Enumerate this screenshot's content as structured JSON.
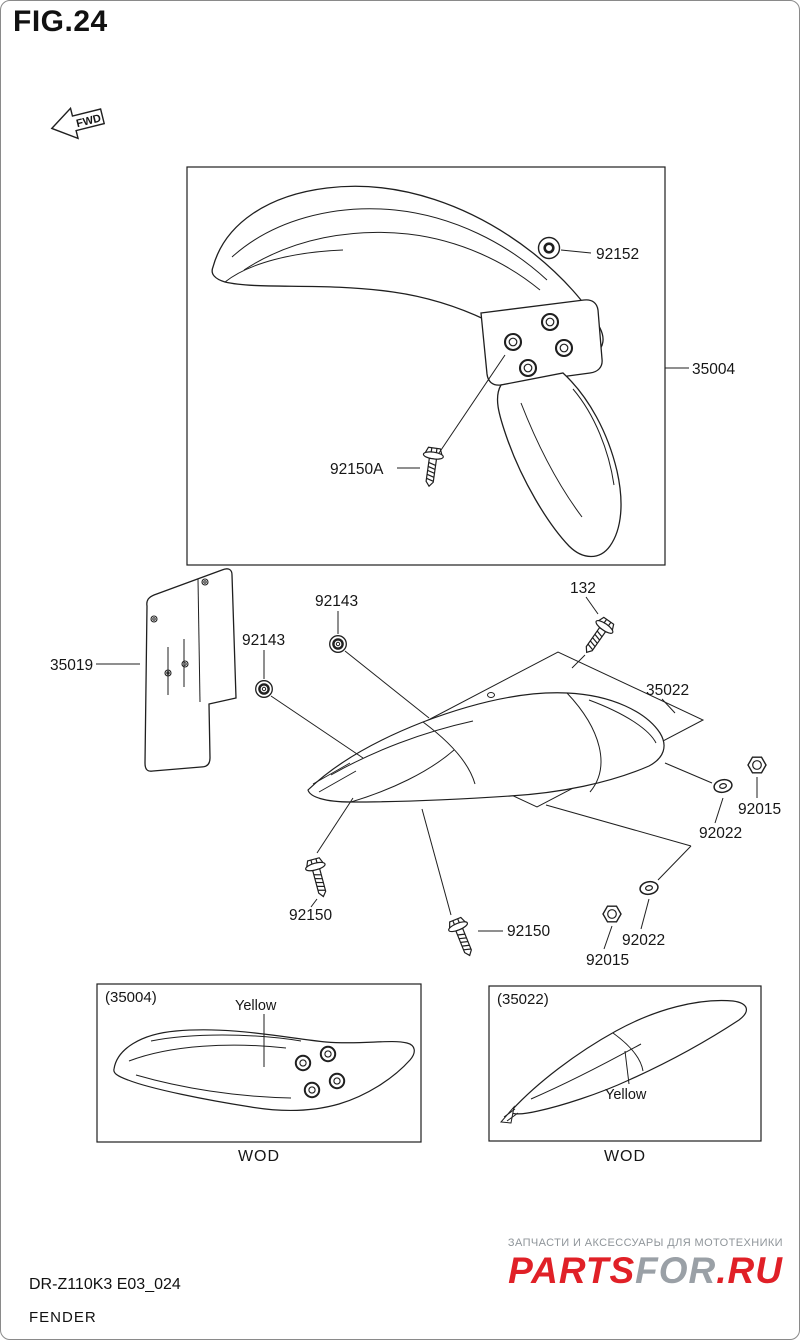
{
  "page": {
    "title": "FIG.24",
    "fwd": "FWD",
    "footer_code": "DR-Z110K3 E03_024",
    "footer_name": "FENDER"
  },
  "parts": {
    "front_fender": "35004",
    "washer_front": "92152",
    "bolt_front": "92150A",
    "mud_flap": "35019",
    "collar_upper": "92143",
    "collar_lower": "92143",
    "bolt_top": "132",
    "rear_fender": "35022",
    "nut_right": "92015",
    "washer_right": "92022",
    "bolt_left": "92150",
    "bolt_mid": "92150",
    "washer_bottom": "92022",
    "nut_bottom": "92015"
  },
  "inset_front": {
    "ref": "(35004)",
    "color": "Yellow",
    "view": "WOD"
  },
  "inset_rear": {
    "ref": "(35022)",
    "color": "Yellow",
    "view": "WOD"
  },
  "watermark": {
    "tagline": "ЗАПЧАСТИ И АКСЕССУАРЫ ДЛЯ МОТОТЕХНИКИ",
    "brand_a": "PARTS",
    "brand_b": "FOR",
    "brand_c": ".RU"
  },
  "colors": {
    "line": "#1f1f1f",
    "brand_red": "#e02027",
    "brand_gray": "#9aa0a6",
    "tagline_gray": "#8f959a"
  }
}
